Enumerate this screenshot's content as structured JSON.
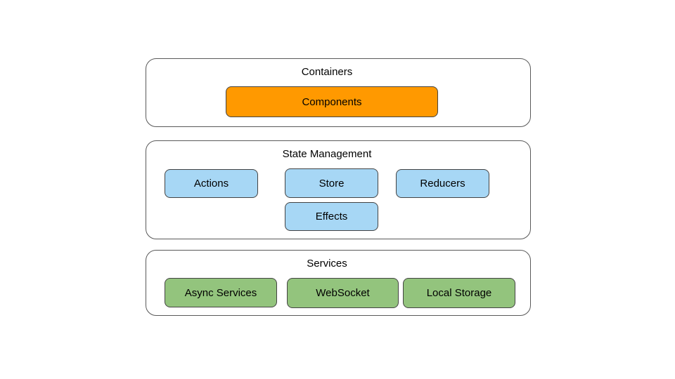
{
  "sections": [
    {
      "title": "Containers",
      "boxes": [
        {
          "label": "Components",
          "fill": "#FF9900"
        }
      ]
    },
    {
      "title": "State Management",
      "boxes": [
        {
          "label": "Actions",
          "fill": "#A7D7F5"
        },
        {
          "label": "Store",
          "fill": "#A7D7F5"
        },
        {
          "label": "Reducers",
          "fill": "#A7D7F5"
        },
        {
          "label": "Effects",
          "fill": "#A7D7F5"
        }
      ]
    },
    {
      "title": "Services",
      "boxes": [
        {
          "label": "Async Services",
          "fill": "#93C47D"
        },
        {
          "label": "WebSocket",
          "fill": "#93C47D"
        },
        {
          "label": "Local Storage",
          "fill": "#93C47D"
        }
      ]
    }
  ],
  "colors": {
    "canvas_background": "#FFFFFF",
    "section_background": "#FFFFFF",
    "section_border": "#595959",
    "box_border": "#434343",
    "text": "#000000",
    "orange": "#FF9900",
    "blue": "#A7D7F5",
    "green": "#93C47D"
  }
}
